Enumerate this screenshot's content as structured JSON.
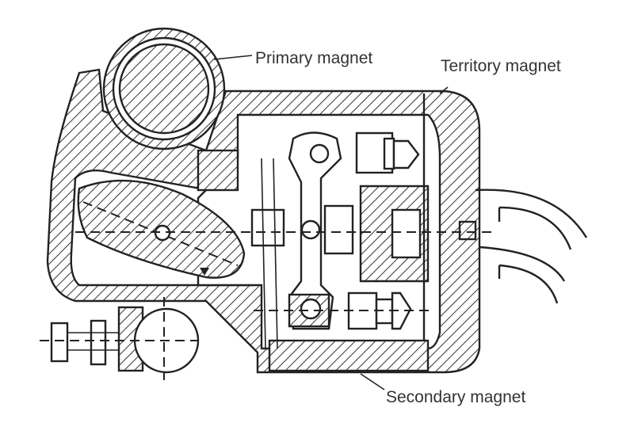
{
  "diagram": {
    "labels": {
      "primary": "Primary magnet",
      "territory": "Territory magnet",
      "secondary": "Secondary magnet"
    },
    "colors": {
      "ink": "#222222",
      "background": "#ffffff"
    }
  }
}
